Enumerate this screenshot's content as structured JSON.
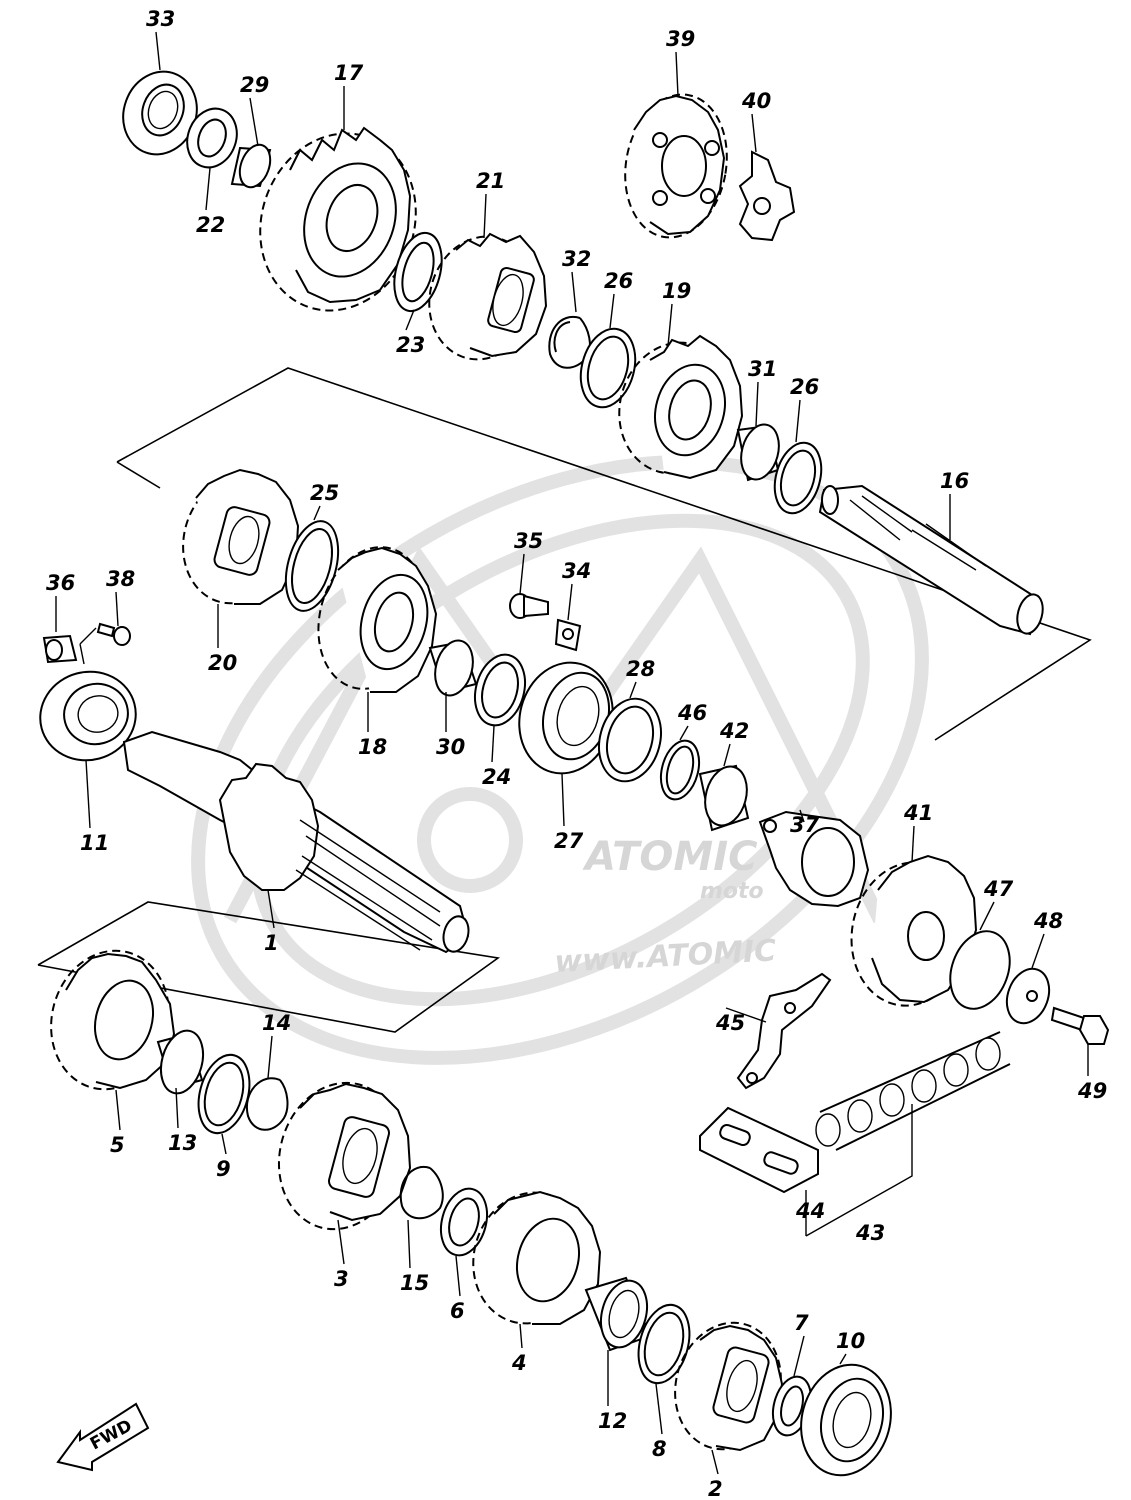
{
  "diagram": {
    "callouts": [
      {
        "id": "1",
        "label": "1"
      },
      {
        "id": "2",
        "label": "2"
      },
      {
        "id": "3",
        "label": "3"
      },
      {
        "id": "4",
        "label": "4"
      },
      {
        "id": "5",
        "label": "5"
      },
      {
        "id": "6",
        "label": "6"
      },
      {
        "id": "7",
        "label": "7"
      },
      {
        "id": "8",
        "label": "8"
      },
      {
        "id": "9",
        "label": "9"
      },
      {
        "id": "10",
        "label": "10"
      },
      {
        "id": "11",
        "label": "11"
      },
      {
        "id": "12",
        "label": "12"
      },
      {
        "id": "13",
        "label": "13"
      },
      {
        "id": "14",
        "label": "14"
      },
      {
        "id": "15",
        "label": "15"
      },
      {
        "id": "16",
        "label": "16"
      },
      {
        "id": "17",
        "label": "17"
      },
      {
        "id": "18",
        "label": "18"
      },
      {
        "id": "19",
        "label": "19"
      },
      {
        "id": "20",
        "label": "20"
      },
      {
        "id": "21",
        "label": "21"
      },
      {
        "id": "22",
        "label": "22"
      },
      {
        "id": "23",
        "label": "23"
      },
      {
        "id": "24",
        "label": "24"
      },
      {
        "id": "25",
        "label": "25"
      },
      {
        "id": "26a",
        "label": "26"
      },
      {
        "id": "26b",
        "label": "26"
      },
      {
        "id": "27",
        "label": "27"
      },
      {
        "id": "28",
        "label": "28"
      },
      {
        "id": "29",
        "label": "29"
      },
      {
        "id": "30",
        "label": "30"
      },
      {
        "id": "31",
        "label": "31"
      },
      {
        "id": "32",
        "label": "32"
      },
      {
        "id": "33",
        "label": "33"
      },
      {
        "id": "34",
        "label": "34"
      },
      {
        "id": "35",
        "label": "35"
      },
      {
        "id": "36",
        "label": "36"
      },
      {
        "id": "37",
        "label": "37"
      },
      {
        "id": "38",
        "label": "38"
      },
      {
        "id": "39",
        "label": "39"
      },
      {
        "id": "40",
        "label": "40"
      },
      {
        "id": "41",
        "label": "41"
      },
      {
        "id": "42",
        "label": "42"
      },
      {
        "id": "43",
        "label": "43"
      },
      {
        "id": "44",
        "label": "44"
      },
      {
        "id": "45",
        "label": "45"
      },
      {
        "id": "46",
        "label": "46"
      },
      {
        "id": "47",
        "label": "47"
      },
      {
        "id": "48",
        "label": "48"
      },
      {
        "id": "49",
        "label": "49"
      }
    ],
    "fwd_label": "FWD",
    "watermark": {
      "brand": "ATOMIC",
      "sub": "moto",
      "url": "www.ATOMIC"
    }
  }
}
